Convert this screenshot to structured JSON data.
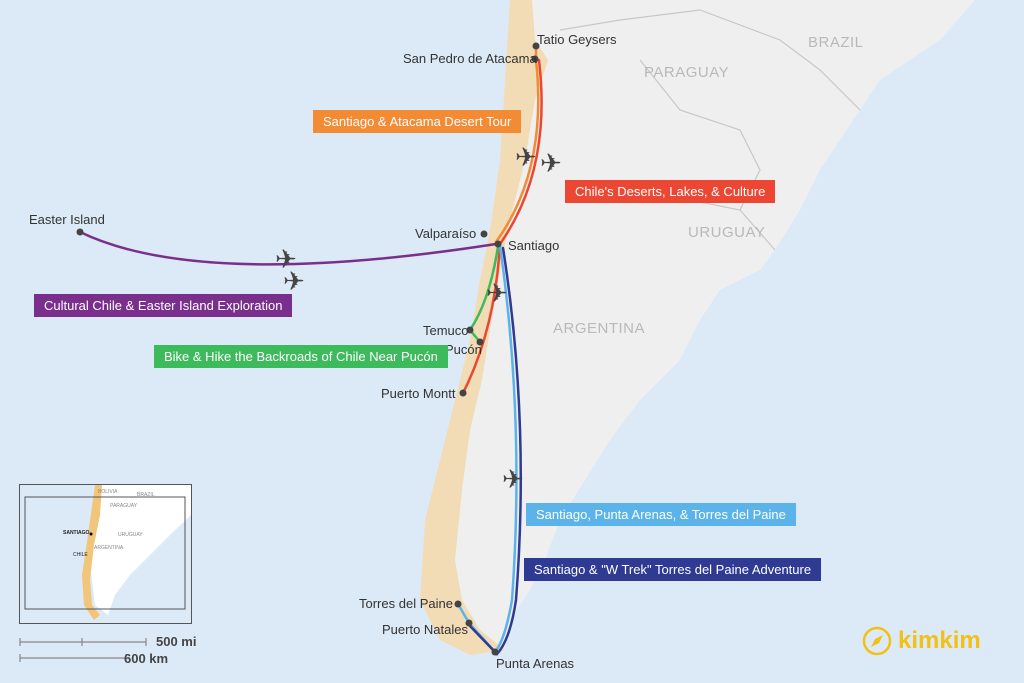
{
  "places": {
    "tatio": "Tatio Geysers",
    "san_pedro": "San Pedro de Atacama",
    "valparaiso": "Valparaíso",
    "santiago": "Santiago",
    "easter": "Easter Island",
    "temuco": "Temuco",
    "pucon": "Pucón",
    "puerto_montt": "Puerto Montt",
    "torres": "Torres del Paine",
    "natales": "Puerto Natales",
    "punta": "Punta Arenas"
  },
  "countries": {
    "brazil": "BRAZIL",
    "paraguay": "PARAGUAY",
    "uruguay": "URUGUAY",
    "argentina": "ARGENTINA"
  },
  "tours": [
    {
      "label": "Santiago & Atacama Desert Tour",
      "color": "#f38b35"
    },
    {
      "label": "Chile's Deserts, Lakes, & Culture",
      "color": "#eb4733"
    },
    {
      "label": "Cultural Chile & Easter Island Exploration",
      "color": "#7a2f8c"
    },
    {
      "label": "Bike & Hike the Backroads of Chile Near Pucón",
      "color": "#3dba5b"
    },
    {
      "label": "Santiago, Punta Arenas, & Torres del Paine",
      "color": "#5bb3ea"
    },
    {
      "label": "Santiago & \"W Trek\" Torres del Paine Adventure",
      "color": "#2f3a93"
    }
  ],
  "inset": {
    "bolivia": "BOLIVIA",
    "brazil": "BRAZIL",
    "paraguay": "PARAGUAY",
    "santiago": "SANTIAGO",
    "uruguay": "URUGUAY",
    "argentina": "ARGENTINA",
    "chile": "CHILE"
  },
  "scale": {
    "mi": "500 mi",
    "km": "600 km"
  },
  "logo": "kimkim"
}
